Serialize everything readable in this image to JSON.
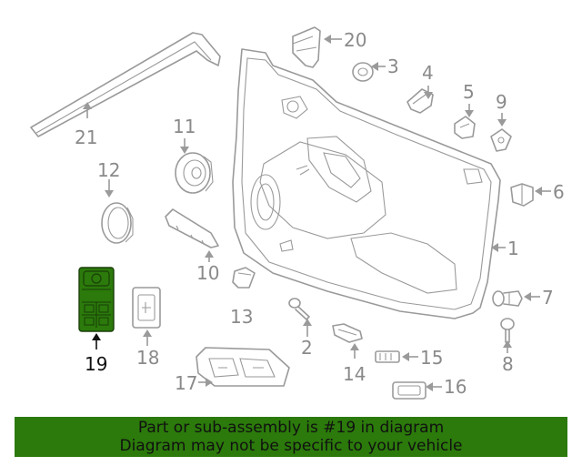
{
  "callouts": {
    "c1": "1",
    "c3": "3",
    "c4": "4",
    "c5": "5",
    "c6": "6",
    "c7": "7",
    "c8": "8",
    "c9": "9",
    "c10": "10",
    "c11": "11",
    "c12": "12",
    "c13": "13",
    "c14": "14",
    "c15": "15",
    "c16": "16",
    "c17": "17",
    "c18": "18",
    "c19": "19",
    "c20": "20",
    "c21": "21",
    "c2": "2"
  },
  "highlighted_part": "19",
  "colors": {
    "highlight": "#2b7a0b",
    "line": "#9a9a9a",
    "active_text": "#111111"
  },
  "banner": {
    "line1": "Part or sub-assembly is #19 in diagram",
    "line2": "Diagram may not be specific to your vehicle"
  }
}
